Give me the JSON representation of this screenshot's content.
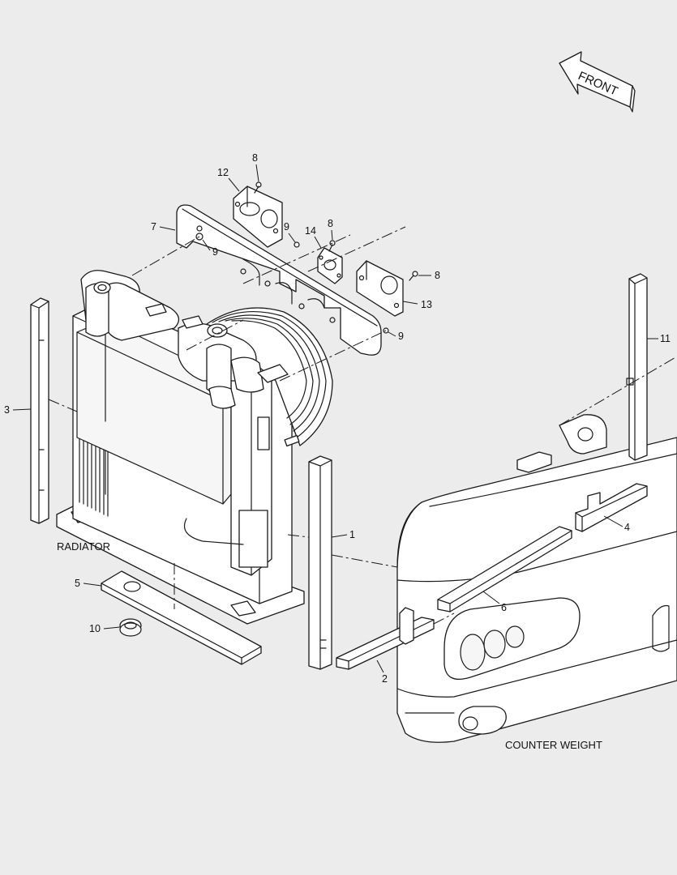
{
  "captions": {
    "front": "FRONT",
    "radiator": "RADIATOR",
    "counter_weight": "COUNTER WEIGHT"
  },
  "callouts": {
    "c1": "1",
    "c2": "2",
    "c3": "3",
    "c4": "4",
    "c5": "5",
    "c6": "6",
    "c7": "7",
    "c8a": "8",
    "c8b": "8",
    "c8c": "8",
    "c9a": "9",
    "c9b": "9",
    "c9c": "9",
    "c10": "10",
    "c11": "11",
    "c12": "12",
    "c13": "13",
    "c14": "14"
  }
}
